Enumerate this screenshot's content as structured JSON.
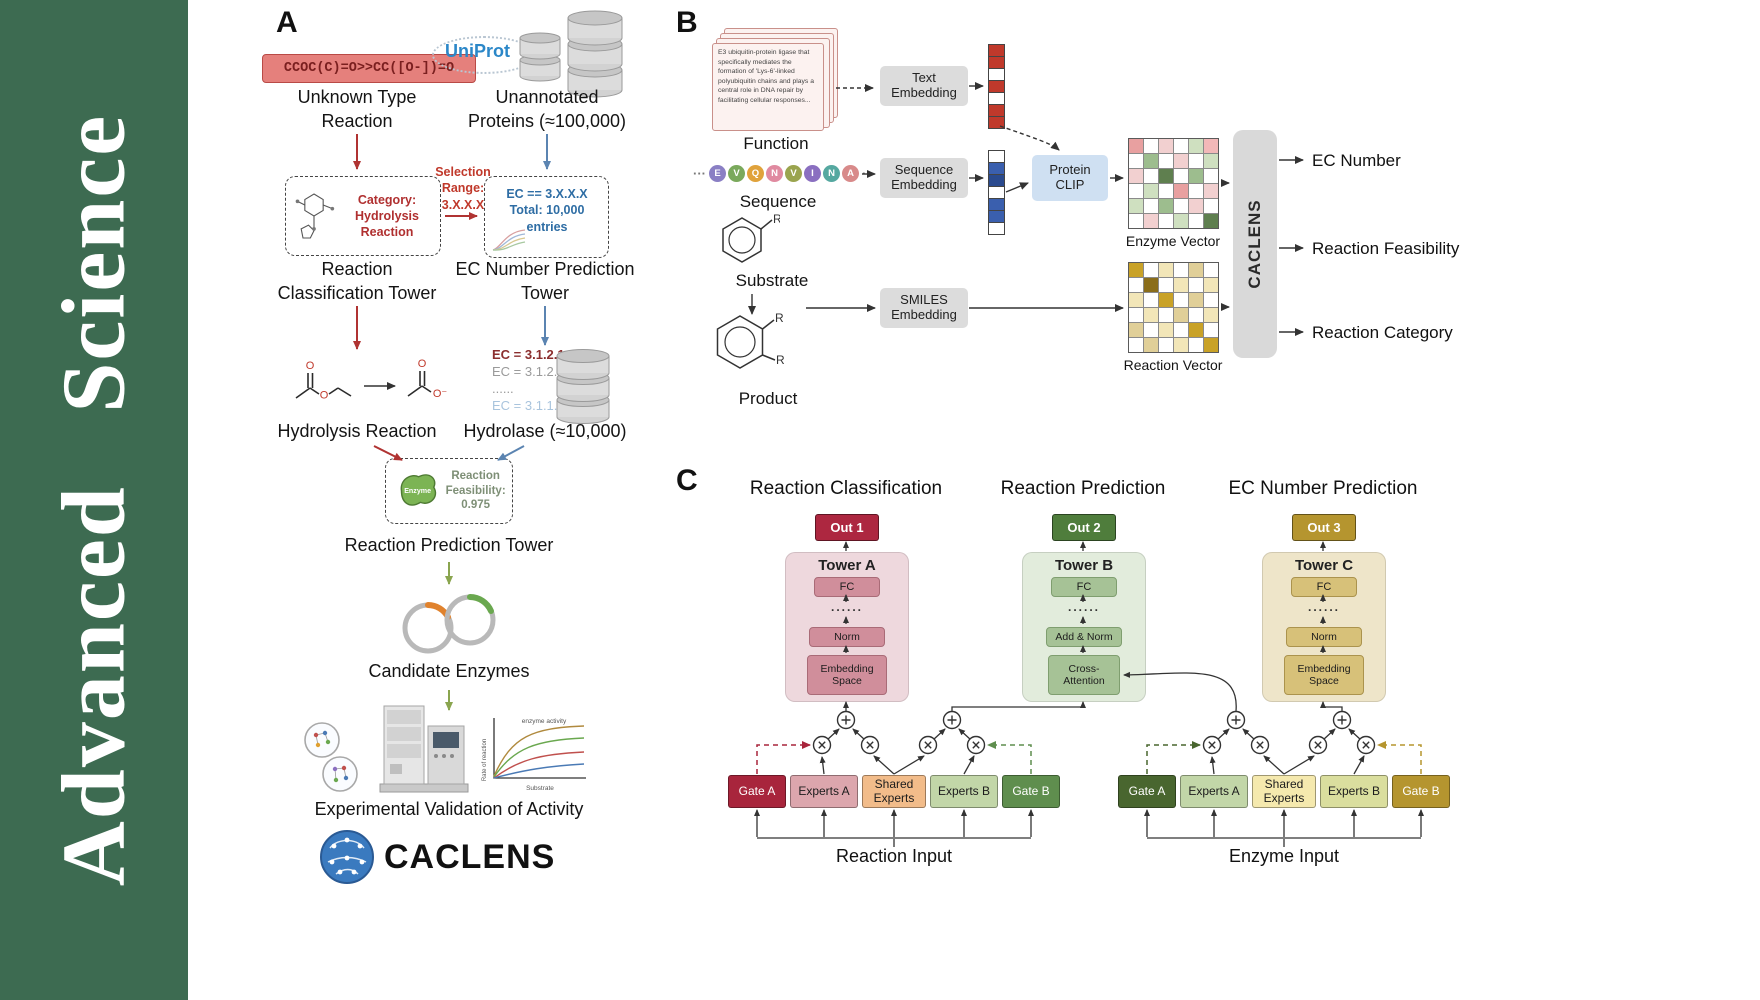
{
  "journal": {
    "name": "Advanced Science"
  },
  "palette": {
    "banner_green": "#3d6b51",
    "red_accent": "#b03332",
    "blue_accent": "#5b84b1",
    "olive_accent": "#8aa54f",
    "uniprot_blue": "#2b87c8"
  },
  "panelA": {
    "label": "A",
    "smiles": "CCOC(C)=O>>CC([O-])=O",
    "unknown_reaction": "Unknown Type Reaction",
    "uniprot": "UniProt",
    "unannotated_proteins": "Unannotated Proteins (≈100,000)",
    "category_box": "Category: Hydrolysis Reaction",
    "selection_range": "Selection Range: 3.X.X.X",
    "ec_box": "EC == 3.X.X.X Total: 10,000 entries",
    "classification_tower": "Reaction Classification Tower",
    "ec_tower": "EC Number Prediction Tower",
    "hydrolysis_reaction": "Hydrolysis Reaction",
    "ec_list": [
      {
        "text": "EC = 3.1.2.1",
        "fg": "#8b2e2e",
        "b": true
      },
      {
        "text": "EC = 3.1.2.6",
        "fg": "#9a9a9a"
      },
      {
        "text": "......",
        "fg": "#9a9a9a"
      },
      {
        "text": "EC = 3.1.1.9",
        "fg": "#a9c4dd"
      }
    ],
    "hydrolase": "Hydrolase (≈10,000)",
    "atom_o": "O",
    "atom_o_minus": "O⁻",
    "enzyme": "Enzyme",
    "feasibility": "Reaction Feasibility: 0.975",
    "prediction_tower": "Reaction Prediction Tower",
    "candidate_enzymes": "Candidate Enzymes",
    "graph": {
      "title": "enzyme activity",
      "ylabel": "Rate of reaction",
      "xlabel": "Substrate"
    },
    "validation": "Experimental Validation of Activity",
    "logo": "CACLENS"
  },
  "panelB": {
    "label": "B",
    "function_text": "E3 ubiquitin-protein ligase that specifically mediates the formation of 'Lys-6'-linked polyubiquitin chains and plays a central role in DNA repair by facilitating cellular responses...",
    "function_label": "Function",
    "sequence_dots": "···",
    "sequence_residues": [
      {
        "text": "E",
        "bg": "#8a7fc4"
      },
      {
        "text": "V",
        "bg": "#7aa95c"
      },
      {
        "text": "Q",
        "bg": "#e0a23b"
      },
      {
        "text": "N",
        "bg": "#e08aa0"
      },
      {
        "text": "V",
        "bg": "#9aa44e"
      },
      {
        "text": "I",
        "bg": "#8a6fc0"
      },
      {
        "text": "N",
        "bg": "#55a8a0"
      },
      {
        "text": "A",
        "bg": "#d88a8a"
      }
    ],
    "sequence_label": "Sequence",
    "substrate_label": "Substrate",
    "product_label": "Product",
    "r_group": "R",
    "text_embedding": "Text Embedding",
    "sequence_embedding": "Sequence Embedding",
    "smiles_embedding": "SMILES Embedding",
    "protein_clip": "Protein CLIP",
    "text_vector": [
      "#c0392b",
      "#c0392b",
      "#ffffff",
      "#c0392b",
      "#ffffff",
      "#c0392b",
      "#c0392b"
    ],
    "seq_vector": [
      "#ffffff",
      "#3a5fae",
      "#2a4a8e",
      "#ffffff",
      "#3a5fae",
      "#3a5fae",
      "#ffffff"
    ],
    "enzyme_vector_label": "Enzyme Vector",
    "reaction_vector_label": "Reaction Vector",
    "enzyme_vector_cells": [
      "#e8a0a0",
      "#ffffff",
      "#f2d0d0",
      "#ffffff",
      "#cfe0c0",
      "#f2b8b8",
      "#ffffff",
      "#9dbd8e",
      "#ffffff",
      "#f2d0d0",
      "#ffffff",
      "#cfe0c0",
      "#f2d0d0",
      "#ffffff",
      "#5f7f4f",
      "#ffffff",
      "#9dbd8e",
      "#ffffff",
      "#ffffff",
      "#cfe0c0",
      "#ffffff",
      "#e8a0a0",
      "#ffffff",
      "#f2d0d0",
      "#cfe0c0",
      "#ffffff",
      "#9dbd8e",
      "#ffffff",
      "#f2d0d0",
      "#ffffff",
      "#ffffff",
      "#f2d0d0",
      "#ffffff",
      "#cfe0c0",
      "#ffffff",
      "#5f7f4f"
    ],
    "reaction_vector_cells": [
      "#c9a227",
      "#ffffff",
      "#f2e6b8",
      "#ffffff",
      "#e0cf98",
      "#ffffff",
      "#ffffff",
      "#8a6d1a",
      "#ffffff",
      "#f2e6b8",
      "#ffffff",
      "#f2e6b8",
      "#f2e6b8",
      "#ffffff",
      "#c9a227",
      "#ffffff",
      "#e0cf98",
      "#ffffff",
      "#ffffff",
      "#f2e6b8",
      "#ffffff",
      "#e0cf98",
      "#ffffff",
      "#f2e6b8",
      "#e0cf98",
      "#ffffff",
      "#f2e6b8",
      "#ffffff",
      "#c9a227",
      "#ffffff",
      "#ffffff",
      "#e0cf98",
      "#ffffff",
      "#f2e6b8",
      "#ffffff",
      "#c9a227"
    ],
    "caclens": "CACLENS",
    "outputs": [
      "EC Number",
      "Reaction Feasibility",
      "Reaction Category"
    ]
  },
  "panelC": {
    "label": "C",
    "columns": [
      {
        "title": "Reaction Classification",
        "out": "Out 1",
        "tower": "Tower A",
        "fc": "FC",
        "dots": "......",
        "norm": "Norm",
        "base": "Embedding Space"
      },
      {
        "title": "Reaction Prediction",
        "out": "Out 2",
        "tower": "Tower B",
        "fc": "FC",
        "dots": "......",
        "norm": "Add & Norm",
        "base": "Cross-Attention"
      },
      {
        "title": "EC Number Prediction",
        "out": "Out 3",
        "tower": "Tower C",
        "fc": "FC",
        "dots": "......",
        "norm": "Norm",
        "base": "Embedding Space"
      }
    ],
    "experts_left": {
      "gate_a": "Gate A",
      "experts_a": "Experts A",
      "shared": "Shared Experts",
      "experts_b": "Experts B",
      "gate_b": "Gate B",
      "input_label": "Reaction Input"
    },
    "experts_right": {
      "gate_a": "Gate A",
      "experts_a": "Experts A",
      "shared": "Shared Experts",
      "experts_b": "Experts B",
      "gate_b": "Gate B",
      "input_label": "Enzyme Input"
    }
  }
}
